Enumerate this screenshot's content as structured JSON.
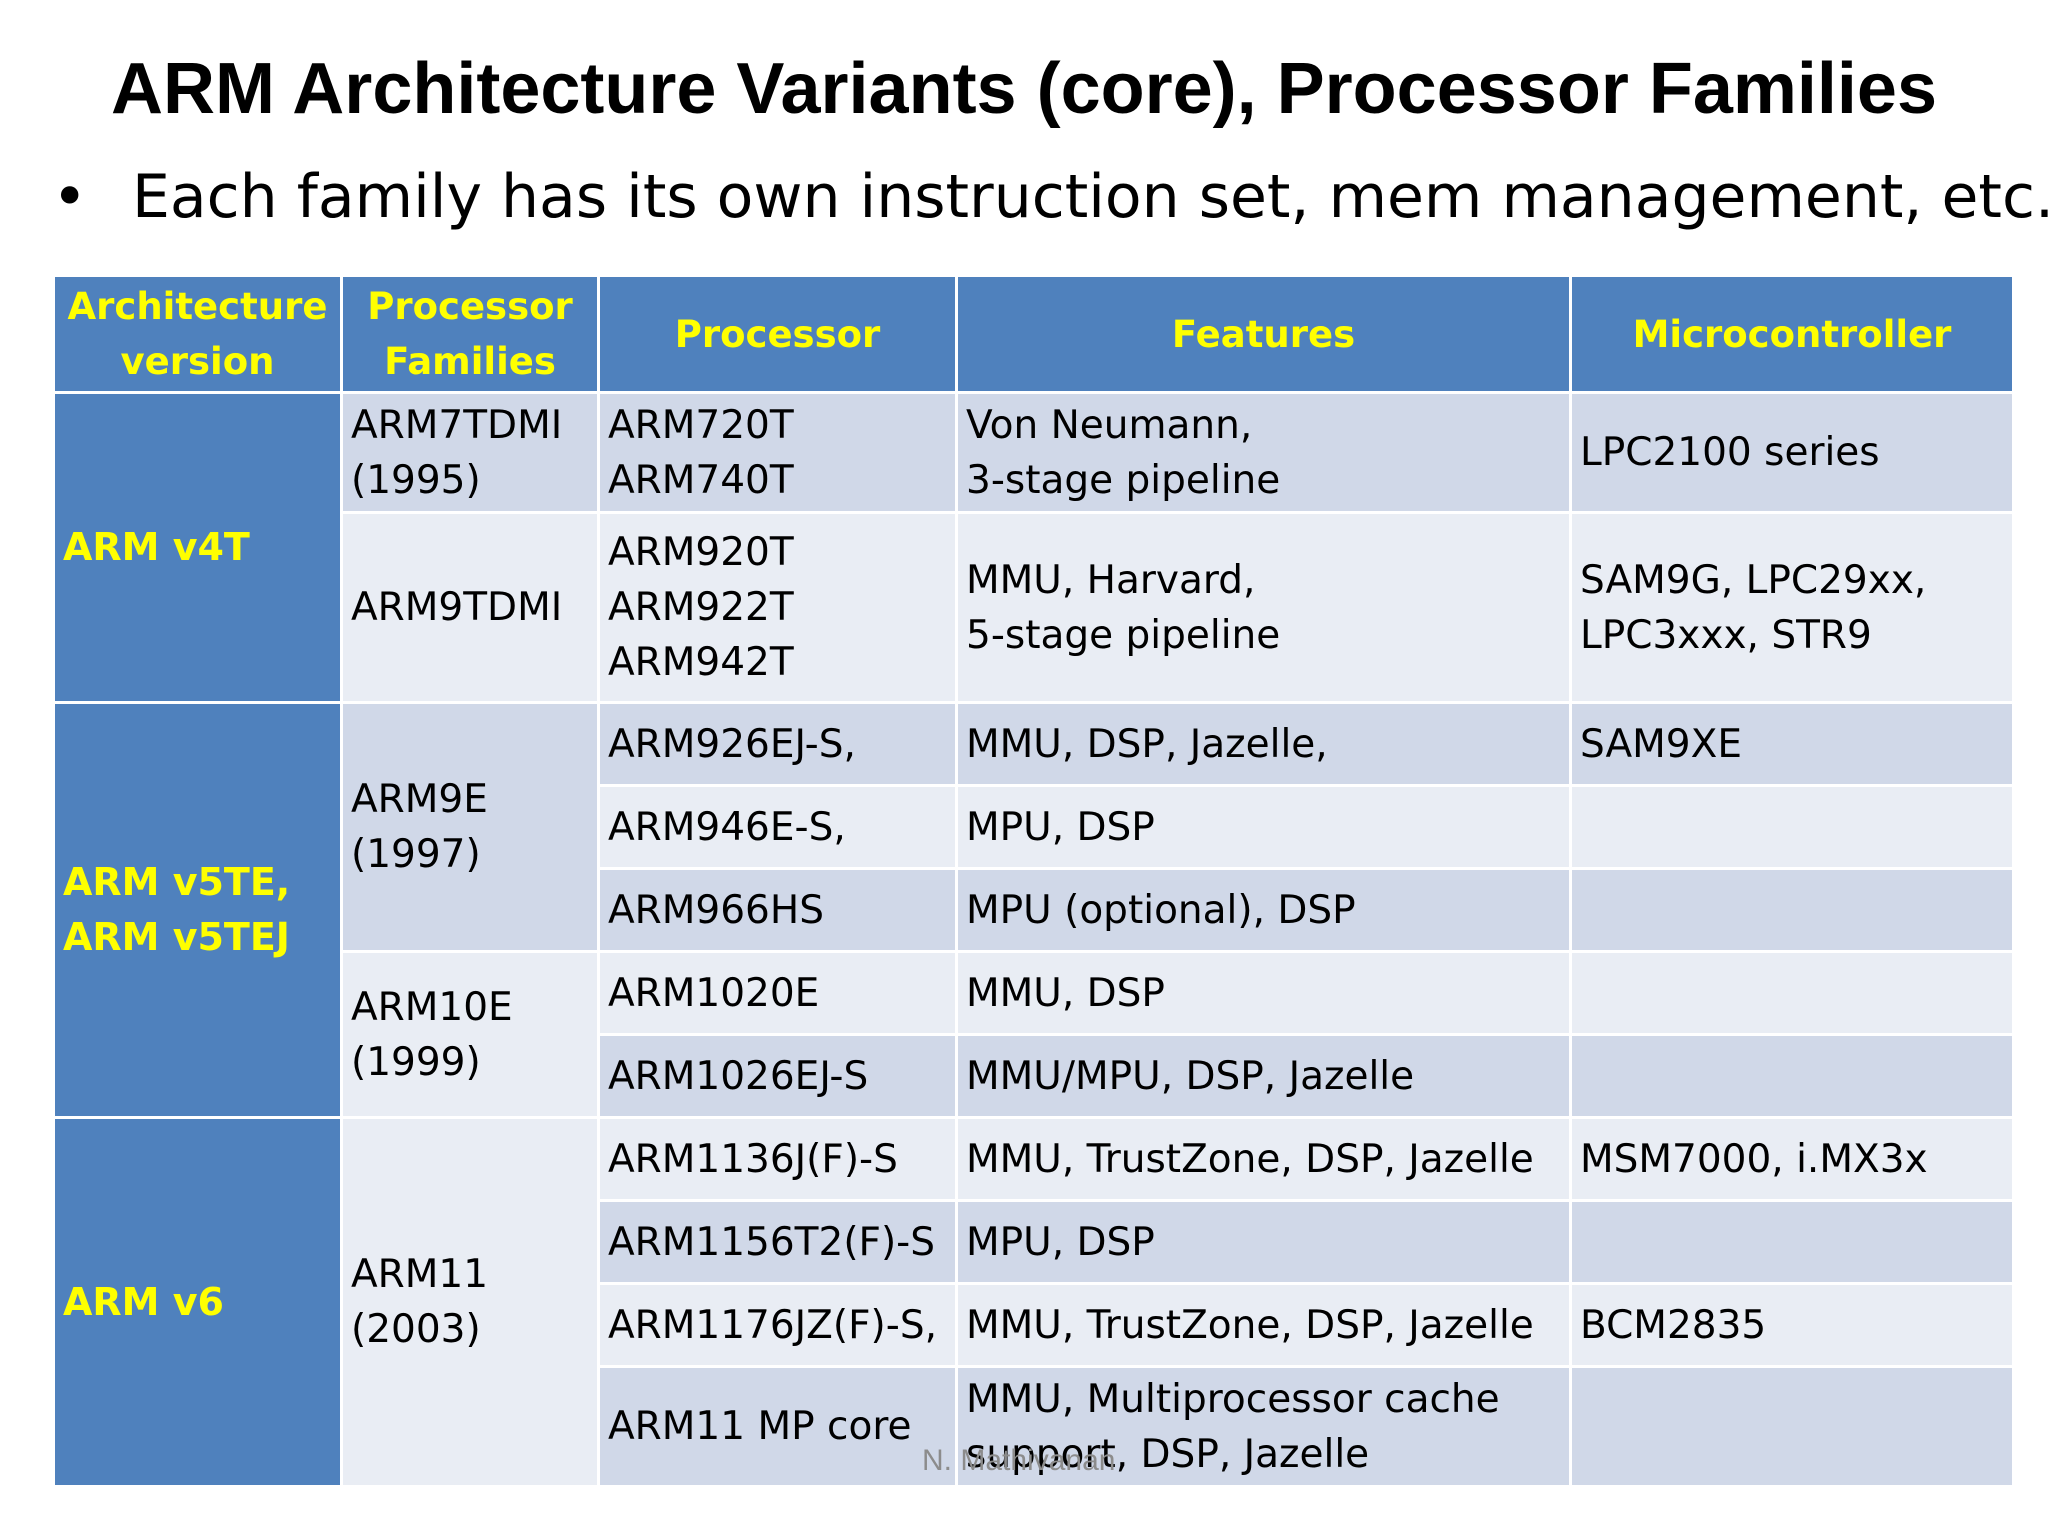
{
  "slide": {
    "title": "ARM Architecture Variants (core), Processor Families",
    "bullet": "Each family has its own instruction set, mem management, etc.",
    "footer": "N. Mathivanan"
  },
  "colors": {
    "header_bg": "#4f81bd",
    "header_text": "#ffff00",
    "row_dark": "#d0d8e8",
    "row_light": "#e9edf4"
  },
  "table": {
    "headers": {
      "arch_line1": "Architecture",
      "arch_line2": "version",
      "family_line1": "Processor",
      "family_line2": "Families",
      "processor": "Processor",
      "features": "Features",
      "mcu": "Microcontroller"
    },
    "arch": {
      "v4t": "ARM v4T",
      "v5_line1": "ARM v5TE,",
      "v5_line2": "ARM v5TEJ",
      "v6": "ARM v6"
    },
    "families": {
      "arm7_line1": "ARM7TDMI",
      "arm7_line2": "(1995)",
      "arm9": "ARM9TDMI",
      "arm9e_line1": "ARM9E",
      "arm9e_line2": "(1997)",
      "arm10e_line1": "ARM10E",
      "arm10e_line2": "(1999)",
      "arm11_line1": "ARM11",
      "arm11_line2": "(2003)"
    },
    "rows": {
      "r0": {
        "proc_line1": "ARM720T",
        "proc_line2": "ARM740T",
        "feat_line1": "Von Neumann,",
        "feat_line2": "3-stage pipeline",
        "mcu": "LPC2100 series"
      },
      "r1": {
        "proc_line1": "ARM920T",
        "proc_line2": "ARM922T",
        "proc_line3": "ARM942T",
        "feat_line1": "MMU, Harvard,",
        "feat_line2": "5-stage pipeline",
        "mcu_line1": "SAM9G, LPC29xx,",
        "mcu_line2": "LPC3xxx, STR9"
      },
      "r2": {
        "proc": "ARM926EJ-S,",
        "feat": "MMU, DSP, Jazelle,",
        "mcu": "SAM9XE"
      },
      "r3": {
        "proc": "ARM946E-S,",
        "feat": "MPU, DSP",
        "mcu": ""
      },
      "r4": {
        "proc": "ARM966HS",
        "feat": "MPU (optional), DSP",
        "mcu": ""
      },
      "r5": {
        "proc": "ARM1020E",
        "feat": "MMU, DSP",
        "mcu": ""
      },
      "r6": {
        "proc": "ARM1026EJ-S",
        "feat": "MMU/MPU, DSP, Jazelle",
        "mcu": ""
      },
      "r7": {
        "proc": "ARM1136J(F)-S",
        "feat": "MMU, TrustZone, DSP, Jazelle",
        "mcu": "MSM7000, i.MX3x"
      },
      "r8": {
        "proc": "ARM1156T2(F)-S",
        "feat": "MPU, DSP",
        "mcu": ""
      },
      "r9": {
        "proc": "ARM1176JZ(F)-S,",
        "feat": "MMU, TrustZone, DSP, Jazelle",
        "mcu": "BCM2835"
      },
      "r10": {
        "proc": "ARM11 MP core",
        "feat_line1": "MMU, Multiprocessor cache",
        "feat_line2": "support, DSP, Jazelle",
        "mcu": ""
      }
    }
  }
}
